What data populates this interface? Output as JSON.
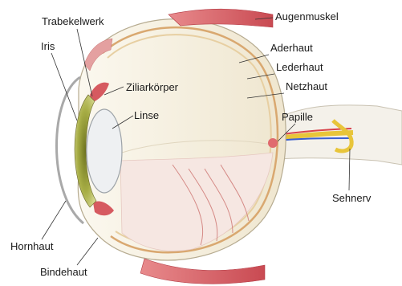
{
  "labels": {
    "trabekelwerk": "Trabekelwerk",
    "augenmuskel": "Augenmuskel",
    "aderhaut": "Aderhaut",
    "iris": "Iris",
    "lederhaut": "Lederhaut",
    "ziliarkoerper": "Ziliarkörper",
    "netzhaut": "Netzhaut",
    "linse": "Linse",
    "papille": "Papille",
    "sehnerv": "Sehnerv",
    "hornhaut": "Hornhaut",
    "bindehaut": "Bindehaut"
  },
  "colors": {
    "muscle": "#d9646a",
    "iris": "#9aa23a",
    "sclera": "#f1ead6",
    "choroid": "#e3c79a",
    "retina_vessel": "#d8434a",
    "nerve_blue": "#3a5fd0",
    "nerve_yellow": "#e8c53a"
  }
}
